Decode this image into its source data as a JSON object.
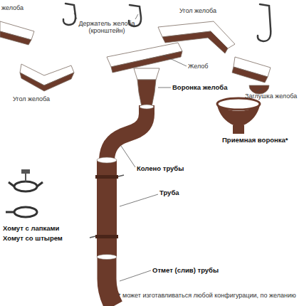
{
  "diagram": {
    "labels": [
      "желоба",
      "Держатель желоба (кронштейн)",
      "Угол желоба",
      "Угол желоба",
      "Желоб",
      "Воронка желоба",
      "Заглушка желоба",
      "Приемная воронка*",
      "Колено трубы",
      "Труба",
      "Хомут с лапками",
      "Хомут со штырем",
      "Отмет (слив) трубы",
      "* может изготавливаться  любой конфигурации, по желанию"
    ]
  }
}
